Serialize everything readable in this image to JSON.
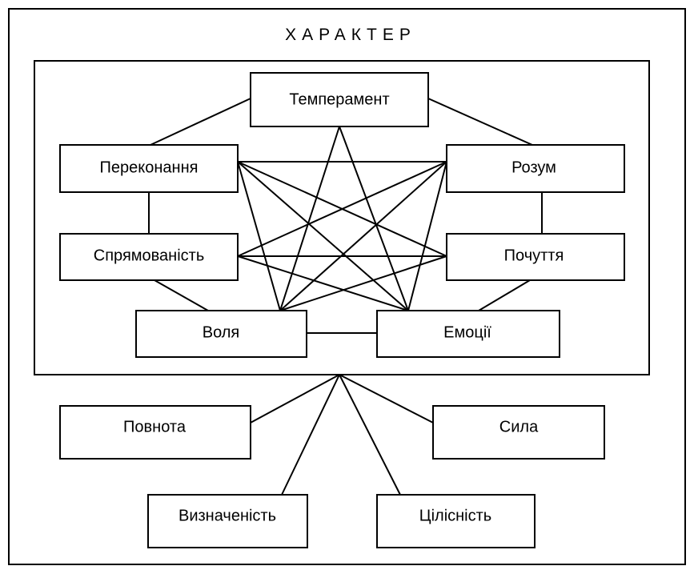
{
  "title": "ХАРАКТЕР",
  "inner_components": {
    "temperament": "Темперамент",
    "perekonannia": "Переконання",
    "rozum": "Розум",
    "spriamovanist": "Спрямованість",
    "pochuttia": "Почуття",
    "volia": "Воля",
    "emotsii": "Емоції"
  },
  "properties": {
    "povnota": "Повнота",
    "syla": "Сила",
    "vyznachenist": "Визначеність",
    "tsilisnist": "Цілісність"
  }
}
